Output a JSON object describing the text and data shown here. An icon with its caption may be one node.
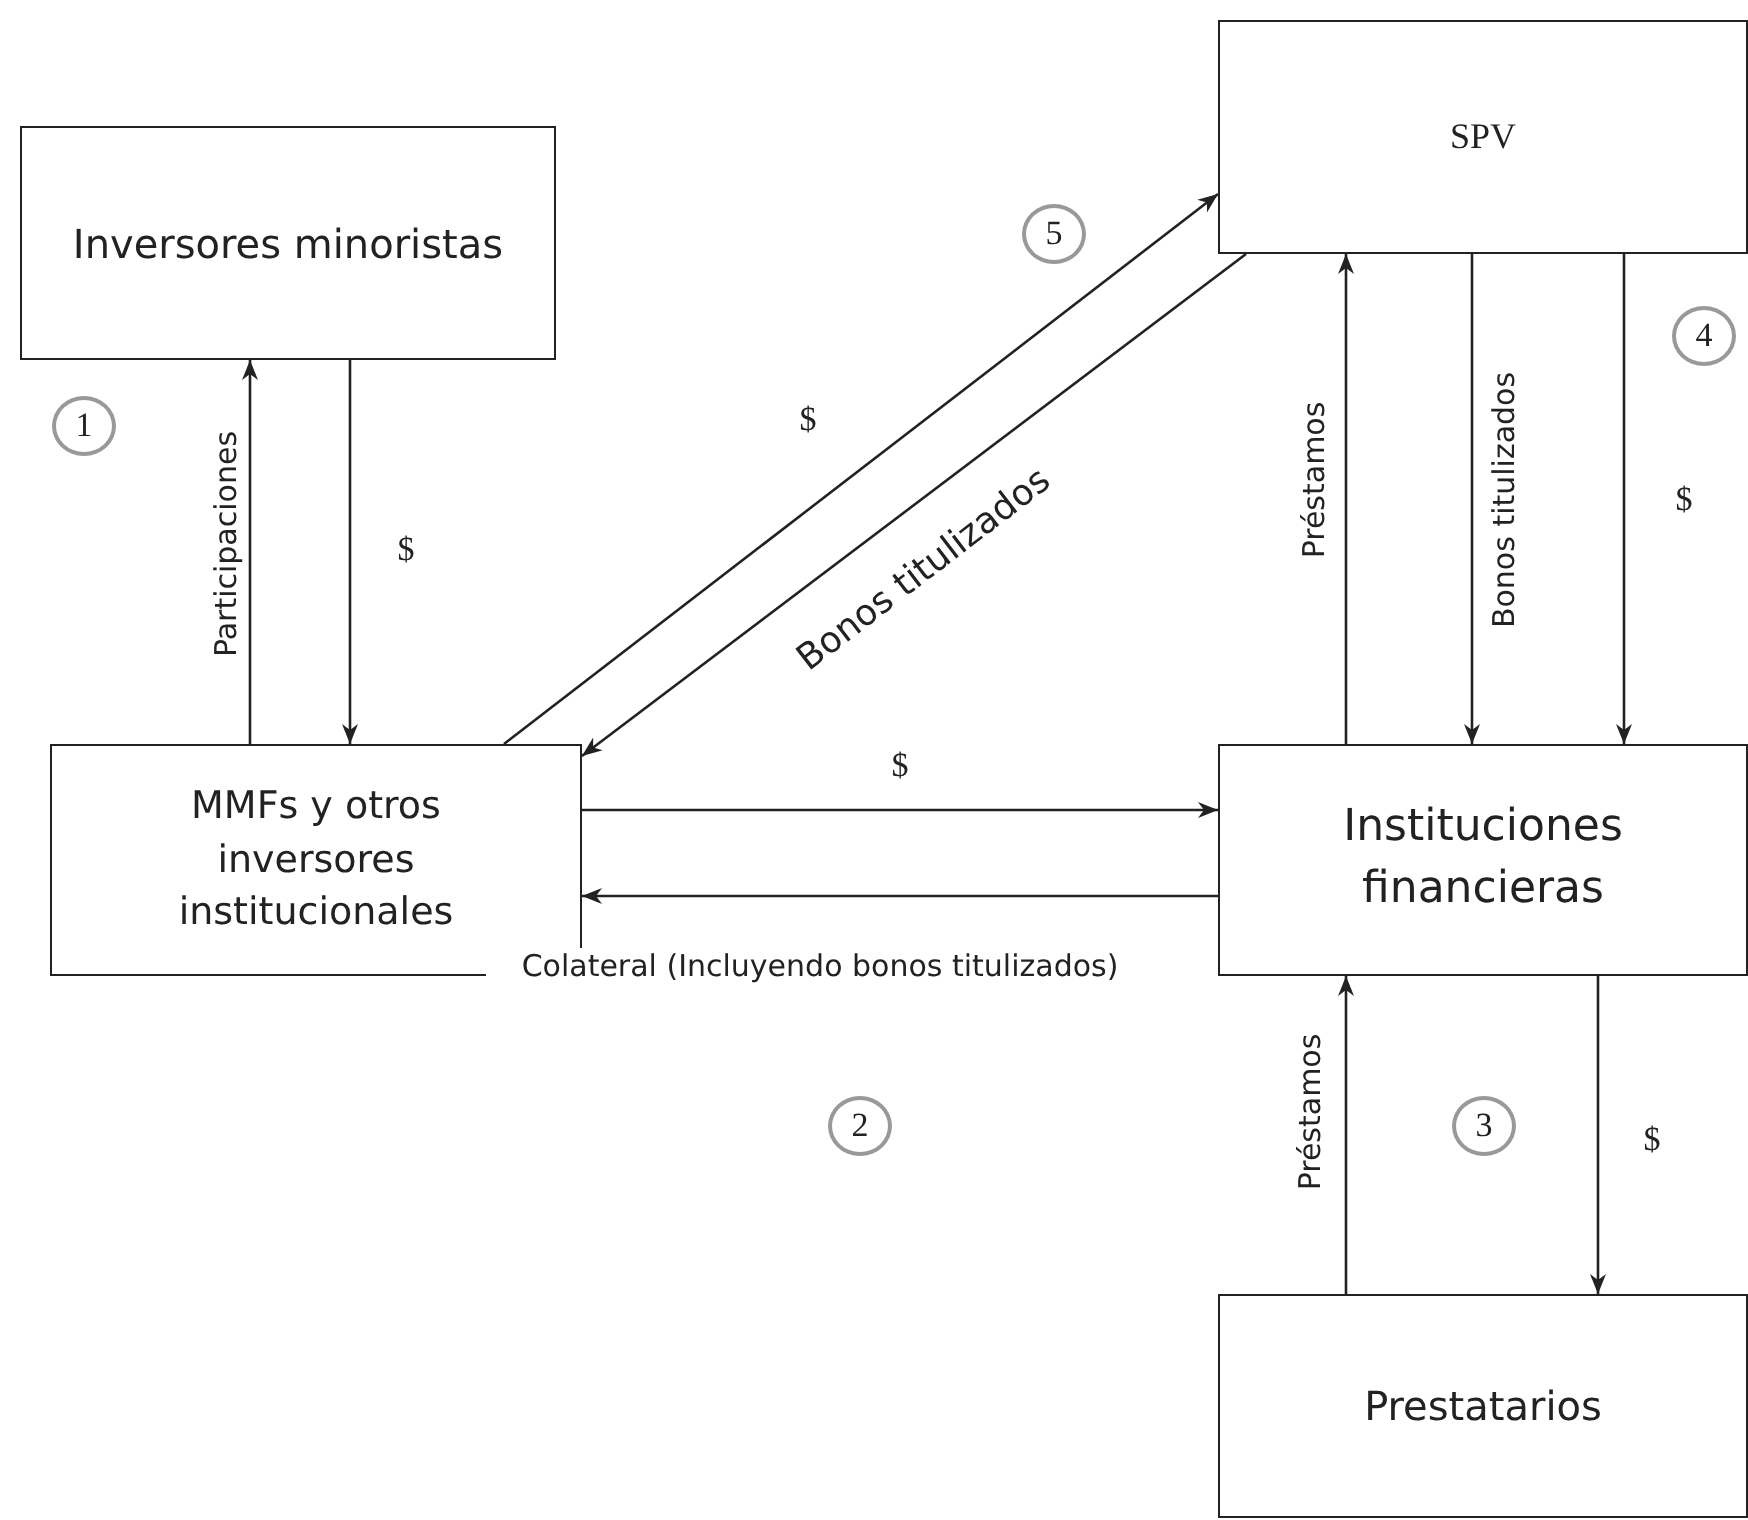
{
  "diagram": {
    "nodes": [
      {
        "text": [
          "Inversores minoristas"
        ]
      },
      {
        "text": [
          "SPV"
        ]
      },
      {
        "text": [
          "MMFs y otros inversores institucionales"
        ]
      },
      {
        "text": [
          "Instituciones financieras"
        ]
      },
      {
        "text": [
          "Prestatarios"
        ]
      }
    ],
    "edges": [
      {
        "from": 2,
        "to": 0,
        "arrow": "to",
        "label": "Participaciones"
      },
      {
        "from": 0,
        "to": 2,
        "arrow": "to",
        "label": "$"
      },
      {
        "from": 2,
        "to": 1,
        "arrow": "to",
        "label": "$"
      },
      {
        "from": 1,
        "to": 2,
        "arrow": "to",
        "label": "Bonos titulizados"
      },
      {
        "from": 2,
        "to": 3,
        "arrow": "to",
        "label": "$"
      },
      {
        "from": 3,
        "to": 2,
        "arrow": "to",
        "label": "Colateral (Incluyendo bonos titulizados)"
      },
      {
        "from": 3,
        "to": 1,
        "arrow": "to",
        "label": "Préstamos"
      },
      {
        "from": 1,
        "to": 3,
        "arrow": "to",
        "label": "Bonos titulizados"
      },
      {
        "from": 1,
        "to": 3,
        "arrow": "to",
        "label": "$"
      },
      {
        "from": 4,
        "to": 3,
        "arrow": "to",
        "label": "Préstamos"
      },
      {
        "from": 3,
        "to": 4,
        "arrow": "to",
        "label": "$"
      }
    ],
    "labels": [
      "5",
      "4",
      "1",
      "2",
      "3"
    ]
  }
}
